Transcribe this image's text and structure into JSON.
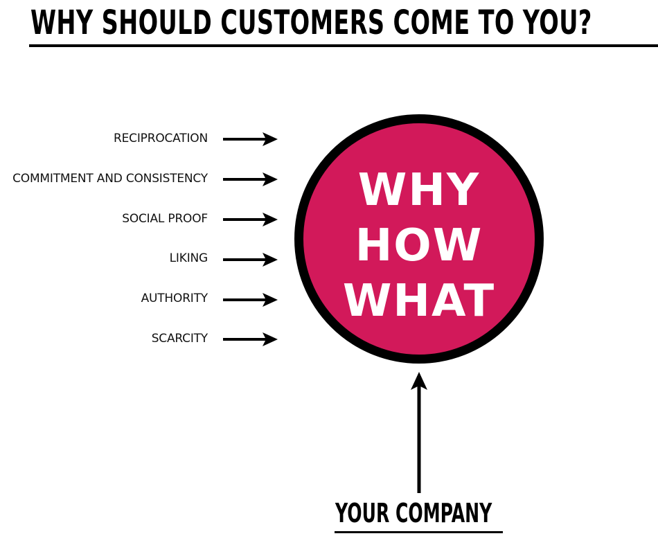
{
  "title": "WHY SHOULD CUSTOMERS COME TO YOU?",
  "influences": [
    "RECIPROCATION",
    "COMMITMENT AND CONSISTENCY",
    "SOCIAL PROOF",
    "LIKING",
    "AUTHORITY",
    "SCARCITY"
  ],
  "circle": {
    "words": [
      "WHY",
      "HOW",
      "WHAT"
    ],
    "fill_color": "#d2195a",
    "border_color": "#000000",
    "text_color": "#ffffff"
  },
  "footer_label": "YOUR COMPANY"
}
